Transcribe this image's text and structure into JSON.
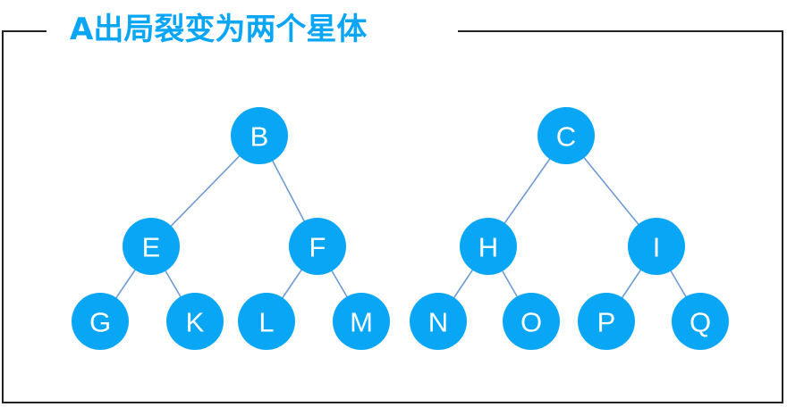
{
  "title": "A出局裂变为两个星体",
  "colors": {
    "accent": "#09a6f5",
    "edge": "#6f9bd3",
    "frame": "#222222",
    "node_text": "#ffffff"
  },
  "nodes": [
    {
      "id": "B",
      "label": "B"
    },
    {
      "id": "C",
      "label": "C"
    },
    {
      "id": "E",
      "label": "E"
    },
    {
      "id": "F",
      "label": "F"
    },
    {
      "id": "H",
      "label": "H"
    },
    {
      "id": "I",
      "label": "I"
    },
    {
      "id": "G",
      "label": "G"
    },
    {
      "id": "K",
      "label": "K"
    },
    {
      "id": "L",
      "label": "L"
    },
    {
      "id": "M",
      "label": "M"
    },
    {
      "id": "N",
      "label": "N"
    },
    {
      "id": "O",
      "label": "O"
    },
    {
      "id": "P",
      "label": "P"
    },
    {
      "id": "Q",
      "label": "Q"
    }
  ],
  "edges": [
    [
      "B",
      "E"
    ],
    [
      "B",
      "F"
    ],
    [
      "C",
      "H"
    ],
    [
      "C",
      "I"
    ],
    [
      "E",
      "G"
    ],
    [
      "E",
      "K"
    ],
    [
      "F",
      "L"
    ],
    [
      "F",
      "M"
    ],
    [
      "H",
      "N"
    ],
    [
      "H",
      "O"
    ],
    [
      "I",
      "P"
    ],
    [
      "I",
      "Q"
    ]
  ]
}
